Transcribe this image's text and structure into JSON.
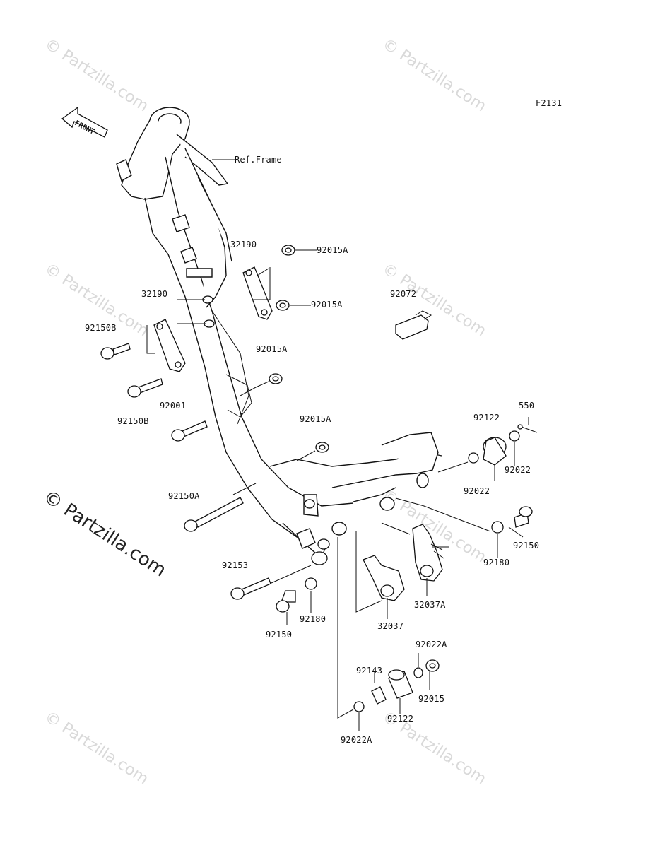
{
  "diagram": {
    "figure_code": "F2131",
    "front_arrow_label": "FRONT",
    "ref_label": "Ref.Frame",
    "watermark_text": "© Partzilla.com",
    "watermark_main": "© Partzilla.com",
    "parts": {
      "p32190_top": "32190",
      "p92015A_1": "92015A",
      "p92015A_2": "92015A",
      "p92072": "92072",
      "p32190_left": "32190",
      "p92150B_1": "92150B",
      "p92015A_3": "92015A",
      "p92150B_2": "92150B",
      "p92001": "92001",
      "p92015A_4": "92015A",
      "p550": "550",
      "p92122_top": "92122",
      "p92022_right": "92022",
      "p92022_mid": "92022",
      "p92150A": "92150A",
      "p92150_right": "92150",
      "p92180_right": "92180",
      "p92153": "92153",
      "p32037A": "32037A",
      "p92180_left": "92180",
      "p32037": "32037",
      "p92150_left": "92150",
      "p92022A_top": "92022A",
      "p92143": "92143",
      "p92015": "92015",
      "p92122_bottom": "92122",
      "p92022A_bottom": "92022A"
    }
  }
}
